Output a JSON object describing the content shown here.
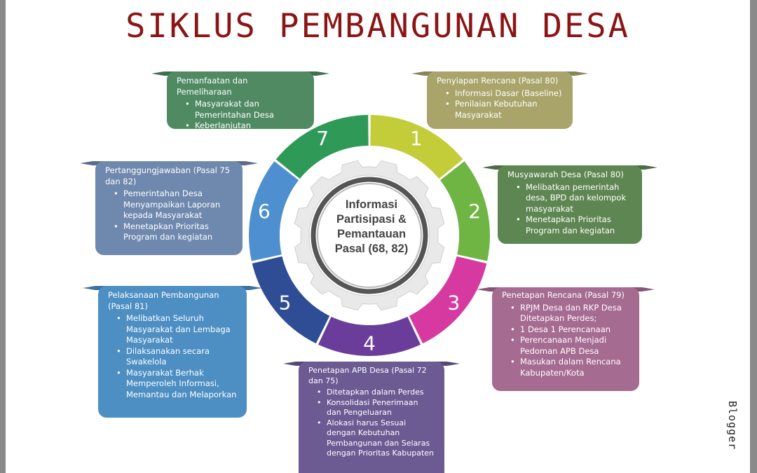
{
  "title": "SIKLUS PEMBANGUNAN DESA",
  "center": {
    "lines": [
      "Informasi",
      "Partisipasi &",
      "Pemantauan",
      "Pasal (68, 82)"
    ]
  },
  "segments": [
    {
      "number": "1",
      "color": "#c3cd3a"
    },
    {
      "number": "2",
      "color": "#6eb544"
    },
    {
      "number": "3",
      "color": "#d63aa0"
    },
    {
      "number": "4",
      "color": "#6a3d9a"
    },
    {
      "number": "5",
      "color": "#2e4d94"
    },
    {
      "number": "6",
      "color": "#4e8fcf"
    },
    {
      "number": "7",
      "color": "#2f9a57"
    }
  ],
  "boxes": {
    "b1": {
      "title": "Penyiapan Rencana (Pasal 80)",
      "items": [
        "Informasi Dasar (Baseline)",
        "Penilaian Kebutuhan Masyarakat"
      ],
      "color": "#a9a56a"
    },
    "b2": {
      "title": "Musyawarah Desa (Pasal 80)",
      "items": [
        "Melibatkan pemerintah desa, BPD dan kelompok masyarakat",
        "Menetapkan Prioritas Program dan kegiatan"
      ],
      "color": "#5e8652"
    },
    "b3": {
      "title": "Penetapan Rencana (Pasal 79)",
      "items": [
        "RPJM Desa dan RKP Desa Ditetapkan Perdes;",
        "1 Desa 1 Perencanaan",
        "Perencanaan Menjadi Pedoman APB Desa",
        "Masukan dalam Rencana Kabupaten/Kota"
      ],
      "color": "#a56b91"
    },
    "b4": {
      "title": "Penetapan APB Desa (Pasal 72 dan 75)",
      "items": [
        "Ditetapkan dalam Perdes",
        "Konsolidasi Penerimaan dan Pengeluaran",
        "Alokasi harus Sesuai dengan Kebutuhan Pembangunan dan Selaras dengan Prioritas Kabupaten"
      ],
      "color": "#6c5a93"
    },
    "b5": {
      "title": "Pelaksanaan Pembangunan (Pasal 81)",
      "items": [
        "Melibatkan Seluruh Masyarakat dan Lembaga Masyarakat",
        "Dilaksanakan secara Swakelola",
        "Masyarakat Berhak Memperoleh Informasi, Memantau dan Melaporkan"
      ],
      "color": "#4d8ec3"
    },
    "b6": {
      "title": "Pertanggungjawaban (Pasal 75 dan 82)",
      "items": [
        "Pemerintahan Desa Menyampaikan Laporan kepada Masyarakat",
        "Menetapkan Prioritas Program dan kegiatan"
      ],
      "color": "#6f88ad"
    },
    "b7": {
      "title": "Pemanfaatan dan Pemeliharaan",
      "items": [
        "Masyarakat dan Pemerintahan Desa",
        "Keberlanjutan"
      ],
      "color": "#4f8a63"
    }
  },
  "watermark": "Blogger"
}
